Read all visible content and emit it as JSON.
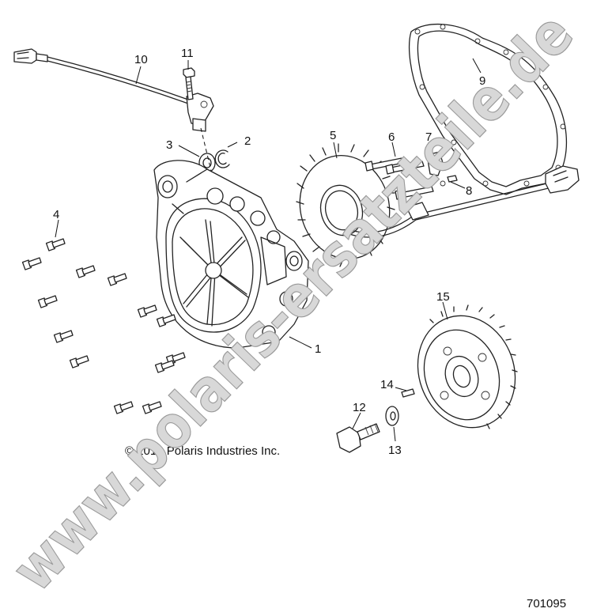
{
  "callouts": {
    "c1": "1",
    "c2": "2",
    "c3": "3",
    "c4": "4",
    "c5": "5",
    "c6": "6",
    "c7": "7",
    "c8": "8",
    "c9": "9",
    "c10": "10",
    "c11": "11",
    "c12": "12",
    "c13": "13",
    "c14": "14",
    "c15": "15"
  },
  "copyright": "© 2016 Polaris Industries Inc.",
  "drawing_number": "701095",
  "watermark": "www.polaris-ersatzteile.de"
}
